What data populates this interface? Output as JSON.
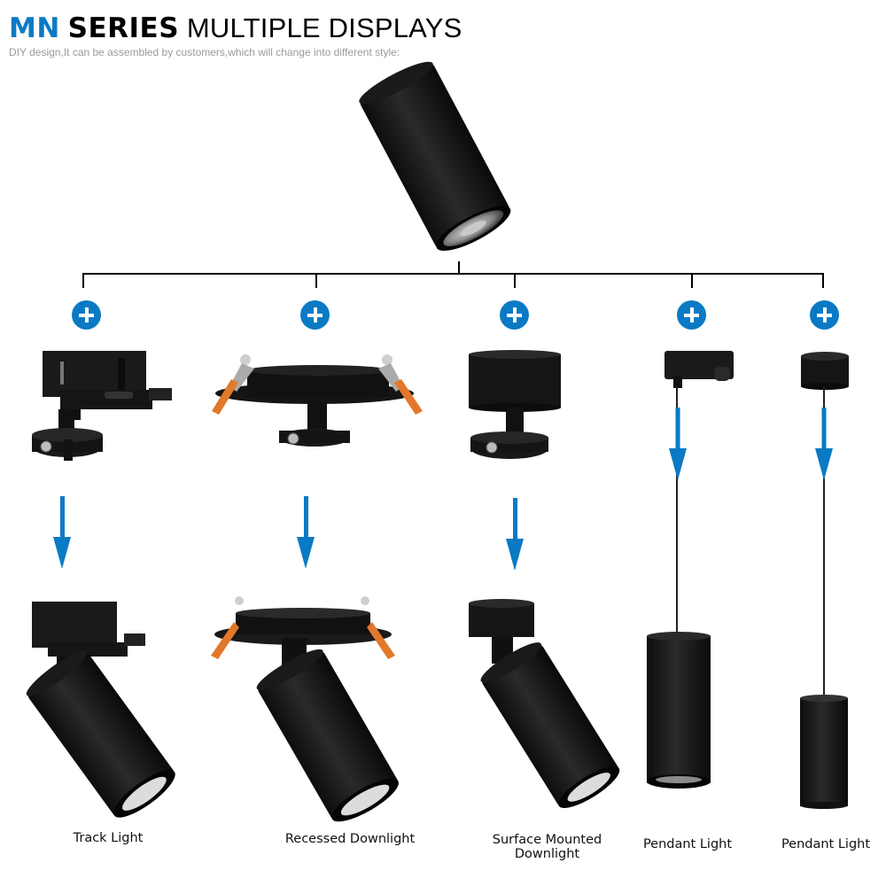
{
  "header": {
    "brand": "MN",
    "series": "SERIES",
    "title_rest": "MULTIPLE DISPLAYS",
    "subtitle": "DIY design,It can be assembled by customers,which will change into different style:"
  },
  "colors": {
    "accent_blue": "#0a7ac4",
    "fixture_black": "#151515",
    "clip_orange": "#e2782a",
    "subtitle_gray": "#9a9a9a"
  },
  "main_module": {
    "name": "MN spotlight head module",
    "icon": "cylinder-spotlight-icon"
  },
  "connector": {
    "icon": "plus-icon",
    "count": 5
  },
  "branches": [
    {
      "accessory": "Track adapter",
      "label": "Track Light",
      "label_lines": [
        "Track Light"
      ]
    },
    {
      "accessory": "Recessed ring with spring clips",
      "label": "Recessed Downlight",
      "label_lines": [
        "Recessed Downlight"
      ]
    },
    {
      "accessory": "Surface mount canopy",
      "label": "Surface Mounted Downlight",
      "label_lines": [
        "Surface Mounted",
        "Downlight"
      ]
    },
    {
      "accessory": "Track adapter with suspension cable",
      "label": "Pendant Light",
      "label_lines": [
        "Pendant Light"
      ]
    },
    {
      "accessory": "Ceiling canopy with suspension cable",
      "label": "Pendant Light",
      "label_lines": [
        "Pendant Light"
      ]
    }
  ]
}
